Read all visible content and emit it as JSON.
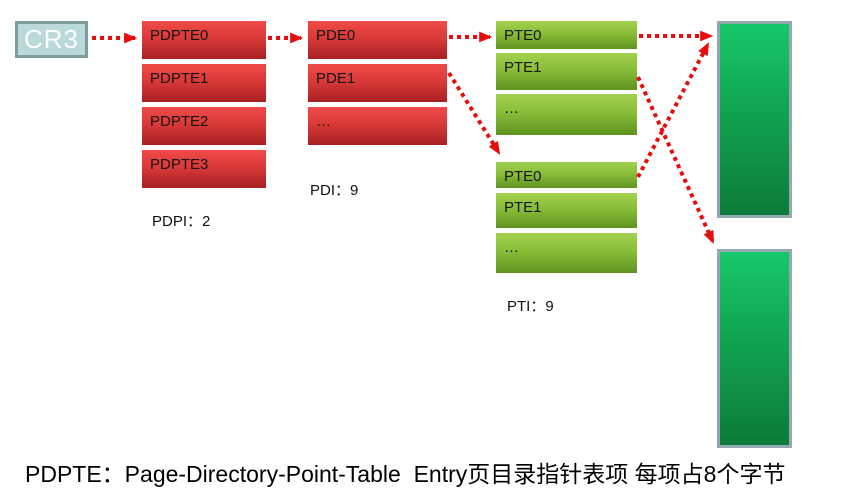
{
  "colors": {
    "arrow-red": "#e60d0d",
    "red-box-top": "#f04a49",
    "red-box-bottom": "#a81f22",
    "green-row-top": "#a2d14f",
    "green-row-bottom": "#5f9320",
    "page-top": "#17c76b",
    "page-bottom": "#0b7b3a",
    "page-border": "#94aab2",
    "cr3-bg": "#b9d9da",
    "cr3-border": "#7f9c9c"
  },
  "cr3": {
    "label": "CR3"
  },
  "tables": {
    "pdpt": {
      "rows": [
        "PDPTE0",
        "PDPTE1",
        "PDPTE2",
        "PDPTE3"
      ],
      "index_label": "PDPI：2"
    },
    "pd": {
      "rows": [
        "PDE0",
        "PDE1",
        "…"
      ],
      "index_label": "PDI：9"
    },
    "pt1": {
      "rows": [
        "PTE0",
        "PTE1",
        "…"
      ]
    },
    "pt2": {
      "rows": [
        "PTE0",
        "PTE1",
        "…"
      ],
      "index_label": "PTI：9"
    }
  },
  "caption": "PDPTE：Page-Directory-Point-Table  Entry页目录指针表项 每项占8个字节"
}
